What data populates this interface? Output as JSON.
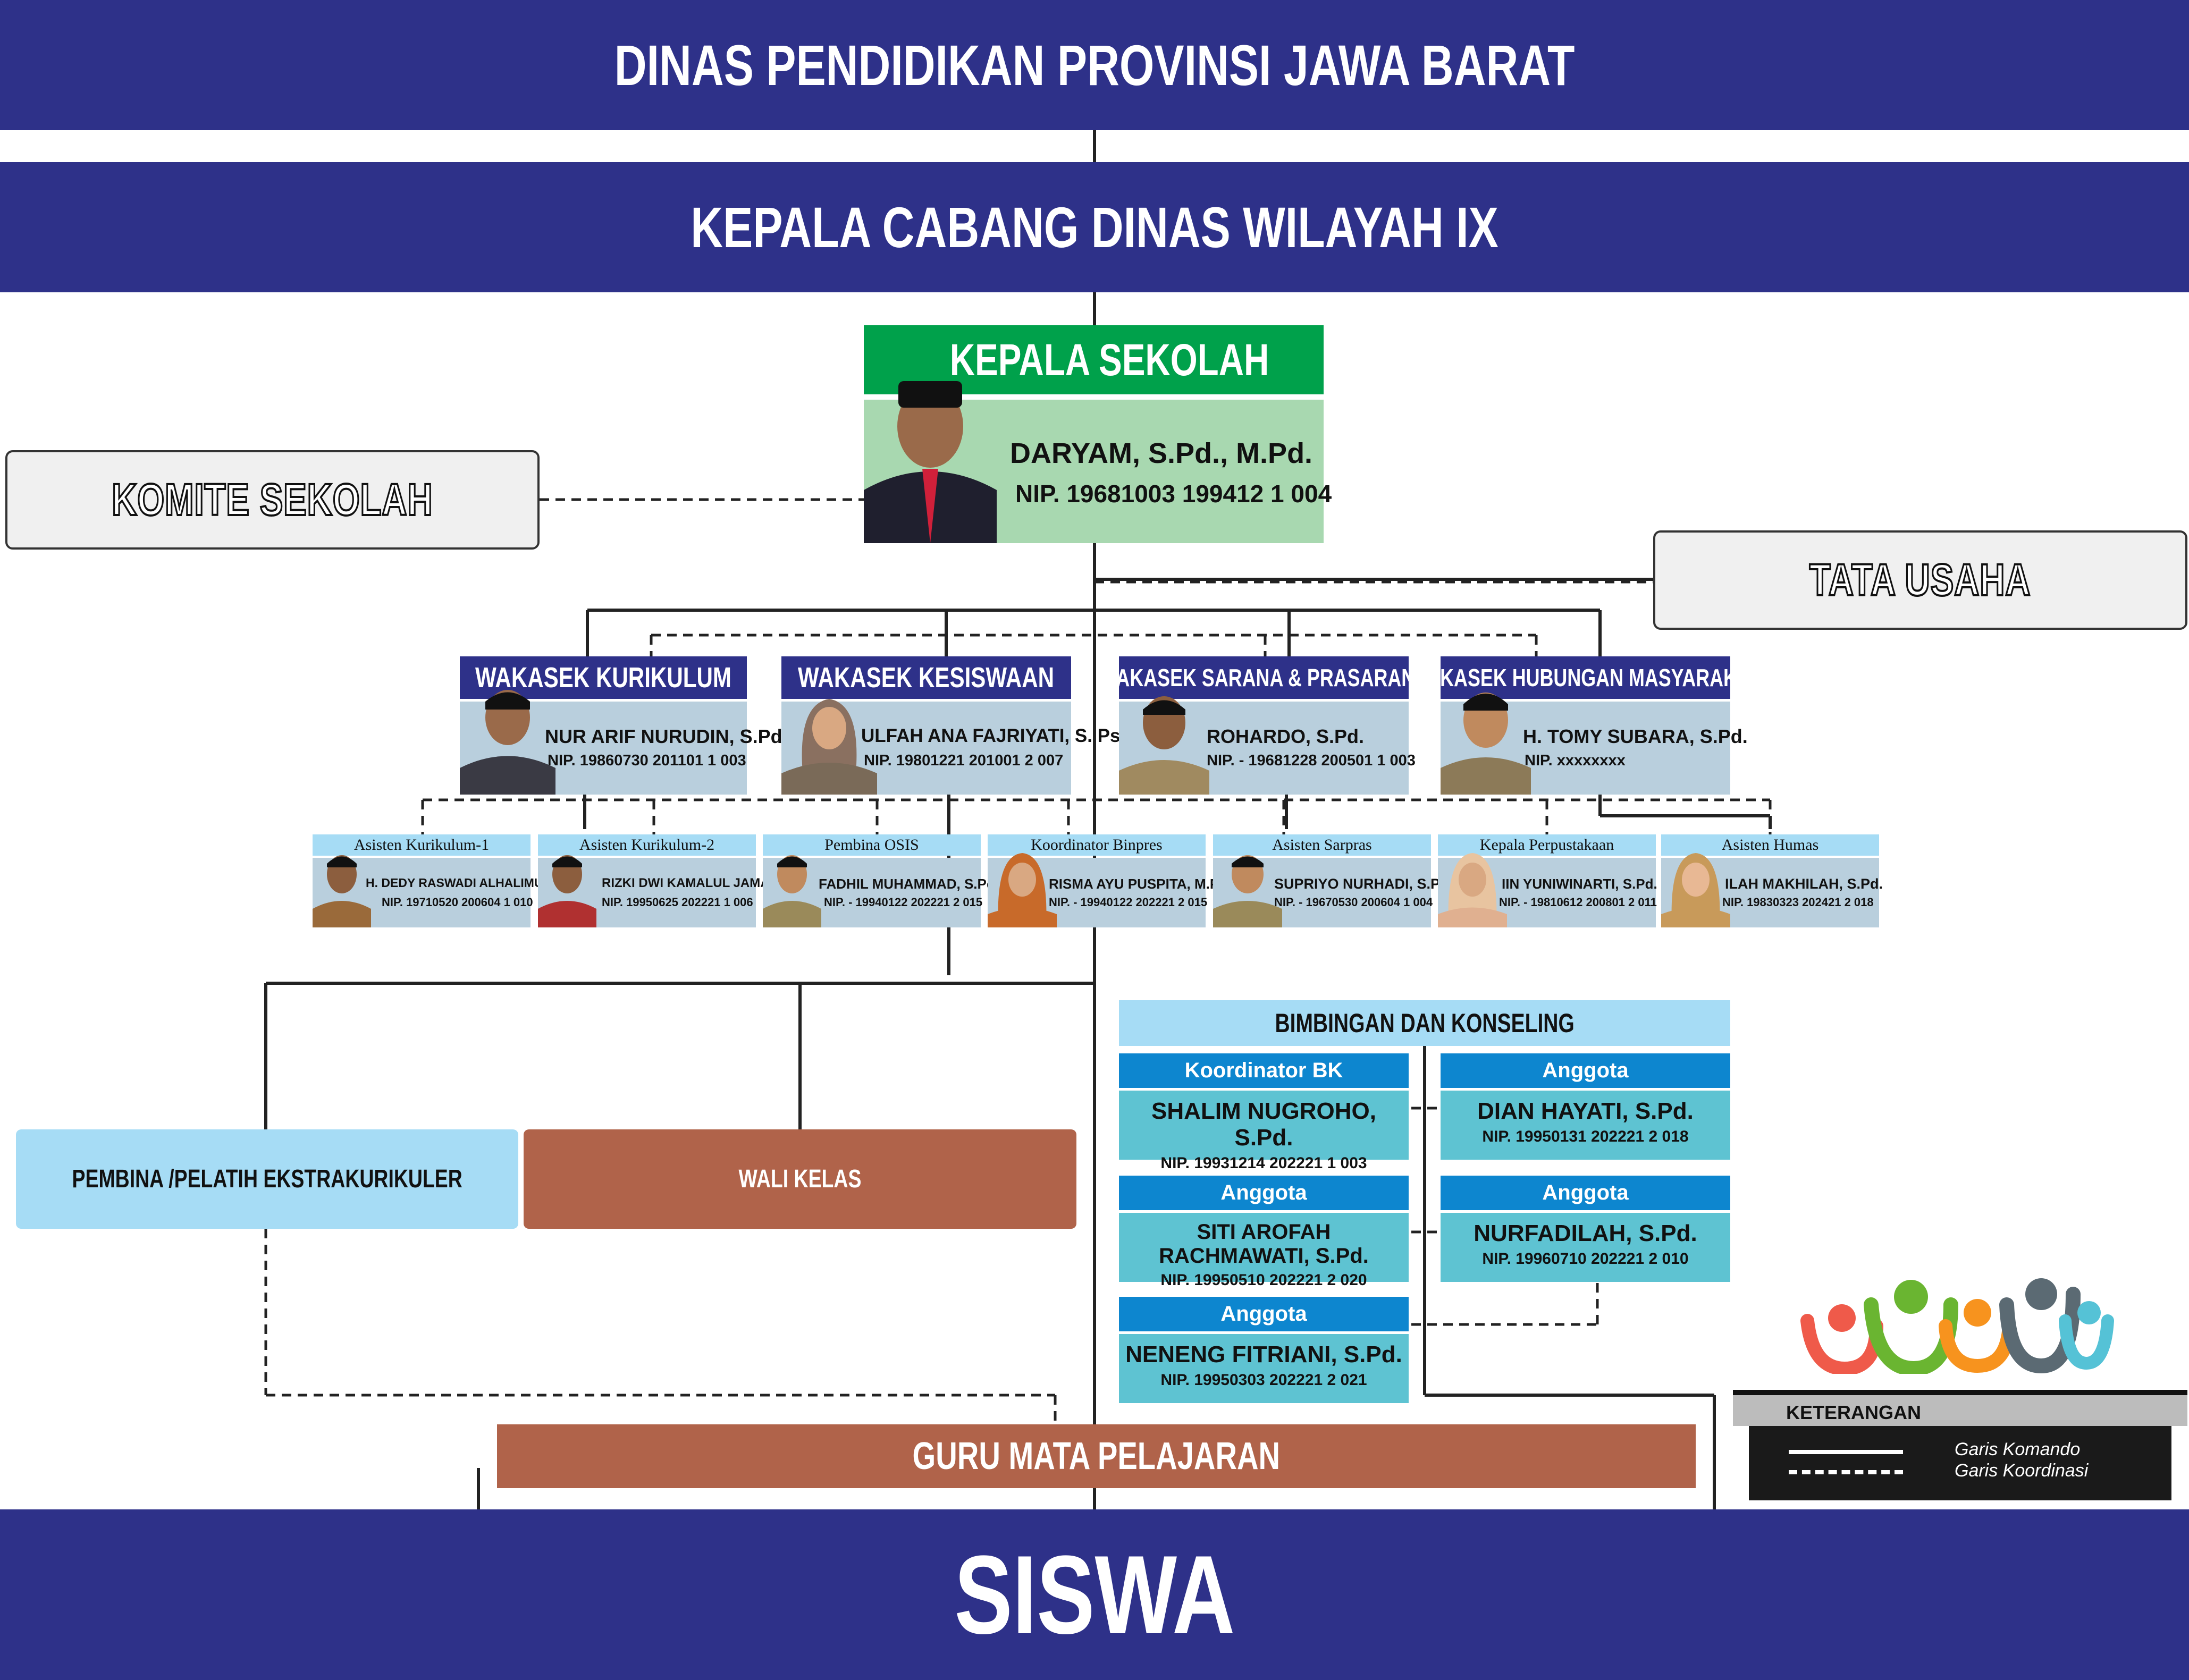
{
  "top_banner": "DINAS PENDIDIKAN PROVINSI JAWA BARAT",
  "second_banner": "KEPALA CABANG DINAS WILAYAH IX",
  "kepala": {
    "title": "KEPALA SEKOLAH",
    "name": "DARYAM, S.Pd., M.Pd.",
    "nip": "NIP. 19681003 199412 1 004"
  },
  "komite": "KOMITE SEKOLAH",
  "tata_usaha": "TATA USAHA",
  "wakasek": [
    {
      "title": "WAKASEK KURIKULUM",
      "name": "NUR ARIF NURUDIN, S.Pd.",
      "nip": "NIP. 19860730 201101 1 003"
    },
    {
      "title": "WAKASEK KESISWAAN",
      "name": "ULFAH ANA FAJRIYATI, S. Psi.",
      "nip": "NIP. 19801221 201001 2 007"
    },
    {
      "title": "WAKASEK SARANA & PRASARANA",
      "name": "ROHARDO, S.Pd.",
      "nip": "NIP. - 19681228 200501 1 003"
    },
    {
      "title": "WAKASEK HUBUNGAN MASYARAKAT",
      "name": "H. TOMY SUBARA, S.Pd.",
      "nip": "NIP. xxxxxxxx"
    }
  ],
  "assistants": [
    {
      "title": "Asisten Kurikulum-1",
      "name": "H. DEDY RASWADI ALHALIMU, S.E., M.Pd.",
      "nip": "NIP. 19710520 200604 1 010"
    },
    {
      "title": "Asisten Kurikulum-2",
      "name": "RIZKI DWI KAMALUL JAMAL, S.Pd.",
      "nip": "NIP. 19950625 202221 1 006"
    },
    {
      "title": "Pembina OSIS",
      "name": "FADHIL MUHAMMAD, S.Pd., Gr.",
      "nip": "NIP. - 19940122 202221 2 015"
    },
    {
      "title": "Koordinator Binpres",
      "name": "RISMA AYU PUSPITA, M.Pd.",
      "nip": "NIP. - 19940122 202221 2 015"
    },
    {
      "title": "Asisten Sarpras",
      "name": "SUPRIYO NURHADI, S.Pd.",
      "nip": "NIP. - 19670530 200604 1 004"
    },
    {
      "title": "Kepala Perpustakaan",
      "name": "IIN YUNIWINARTI, S.Pd.",
      "nip": "NIP. - 19810612 200801 2 011"
    },
    {
      "title": "Asisten Humas",
      "name": "ILAH MAKHILAH, S.Pd.",
      "nip": "NIP. 19830323 202421 2 018"
    }
  ],
  "pembina_ekskul": "PEMBINA /PELATIH EKSTRAKURIKULER",
  "wali_kelas": "WALI KELAS",
  "bk": {
    "title": "BIMBINGAN DAN KONSELING",
    "members": [
      {
        "role": "Koordinator BK",
        "name": "SHALIM NUGROHO, S.Pd.",
        "nip": "NIP. 19931214 202221 1 003"
      },
      {
        "role": "Anggota",
        "name": "DIAN HAYATI, S.Pd.",
        "nip": "NIP. 19950131 202221 2 018"
      },
      {
        "role": "Anggota",
        "name": "SITI AROFAH RACHMAWATI, S.Pd.",
        "nip": "NIP. 19950510 202221 2 020"
      },
      {
        "role": "Anggota",
        "name": "NURFADILAH, S.Pd.",
        "nip": "NIP. 19960710 202221 2 010"
      },
      {
        "role": "Anggota",
        "name": "NENENG FITRIANI, S.Pd.",
        "nip": "NIP. 19950303 202221 2 021"
      }
    ]
  },
  "guru_mapel": "GURU MATA PELAJARAN",
  "siswa": "SISWA",
  "legend": {
    "title": "KETERANGAN",
    "solid": "Garis Komando",
    "dashed": "Garis Koordinasi"
  },
  "colors": {
    "navy": "#2e3189",
    "green": "#00a14b",
    "light_green": "#a8d8b0",
    "card": "#b9cfdd",
    "light_blue": "#a6dcf5",
    "bk_header": "#0d86cf",
    "bk_body": "#5ec3d2",
    "brown": "#b0634a"
  }
}
